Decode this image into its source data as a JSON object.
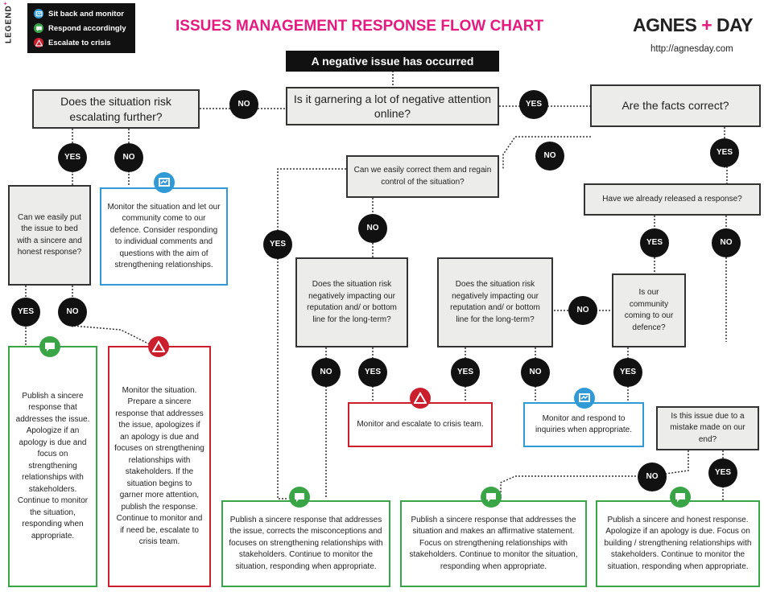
{
  "header": {
    "legend_title": "LEGEND",
    "legend_sup": "+",
    "title": "ISSUES MANAGEMENT RESPONSE FLOW CHART",
    "brand_left": "AGNES",
    "brand_plus": "+",
    "brand_right": "DAY",
    "url": "http://agnesday.com"
  },
  "legend": {
    "monitor": "Sit back and monitor",
    "respond": "Respond accordingly",
    "escalate": "Escalate to crisis",
    "colors": {
      "monitor": "#2f9ad6",
      "respond": "#3aa546",
      "escalate": "#cc1f2d"
    }
  },
  "icons": {
    "monitor": "monitor-chart-icon",
    "respond": "speech-bubble-icon",
    "escalate": "warning-triangle-icon"
  },
  "nodes": {
    "start": "A negative issue has occurred",
    "attention": "Is it garnering a lot of negative attention online?",
    "escalating": "Does the situation risk escalating further?",
    "facts": "Are the facts correct?",
    "correct_easily": "Can we easily correct them and regain control of the situation?",
    "already_released": "Have we already released a response?",
    "put_to_bed": "Can we easily put the issue to bed with a sincere and honest response?",
    "monitor_community": "Monitor the situation and let our community come to our defence. Consider responding to individual comments and questions with the aim of strengthening relationships.",
    "risk_reputation_1": "Does the situation risk negatively impacting our reputation and/ or bottom line for the long-term?",
    "risk_reputation_2": "Does the situation risk negatively impacting our reputation and/ or bottom line for the long-term?",
    "community_defence": "Is our community coming to our defence?",
    "publish_sincere": "Publish a sincere response that addresses the issue. Apologize if an apology is due and focus on strengthening relationships with stakeholders. Continue to monitor the situation, responding when appropriate.",
    "monitor_prepare": "Monitor the situation. Prepare a sincere response that addresses the issue, apologizes if an apology is due and focuses on strengthening relationships with stakeholders. If the situation begins to garner more attention, publish the response. Continue to monitor and if need be, escalate to crisis team.",
    "escalate_crisis": "Monitor and escalate to crisis team.",
    "monitor_respond": "Monitor and respond to inquiries when appropriate.",
    "mistake": "Is this issue due to a mistake made on our end?",
    "publish_misconceptions": "Publish a sincere response that addresses the issue, corrects the misconceptions and focuses on strengthening relationships with stakeholders. Continue to monitor the situation, responding when appropriate.",
    "publish_affirmative": "Publish a sincere response that addresses the situation and makes an affirmative statement. Focus on strengthening relationships with stakeholders. Continue to monitor the situation, responding when appropriate.",
    "publish_honest": "Publish a sincere and honest response. Apologize if an apology is due. Focus on building / strengthening relationships with stakeholders. Continue to monitor the situation, responding when appropriate."
  },
  "answers": {
    "yes": "YES",
    "no": "NO"
  }
}
